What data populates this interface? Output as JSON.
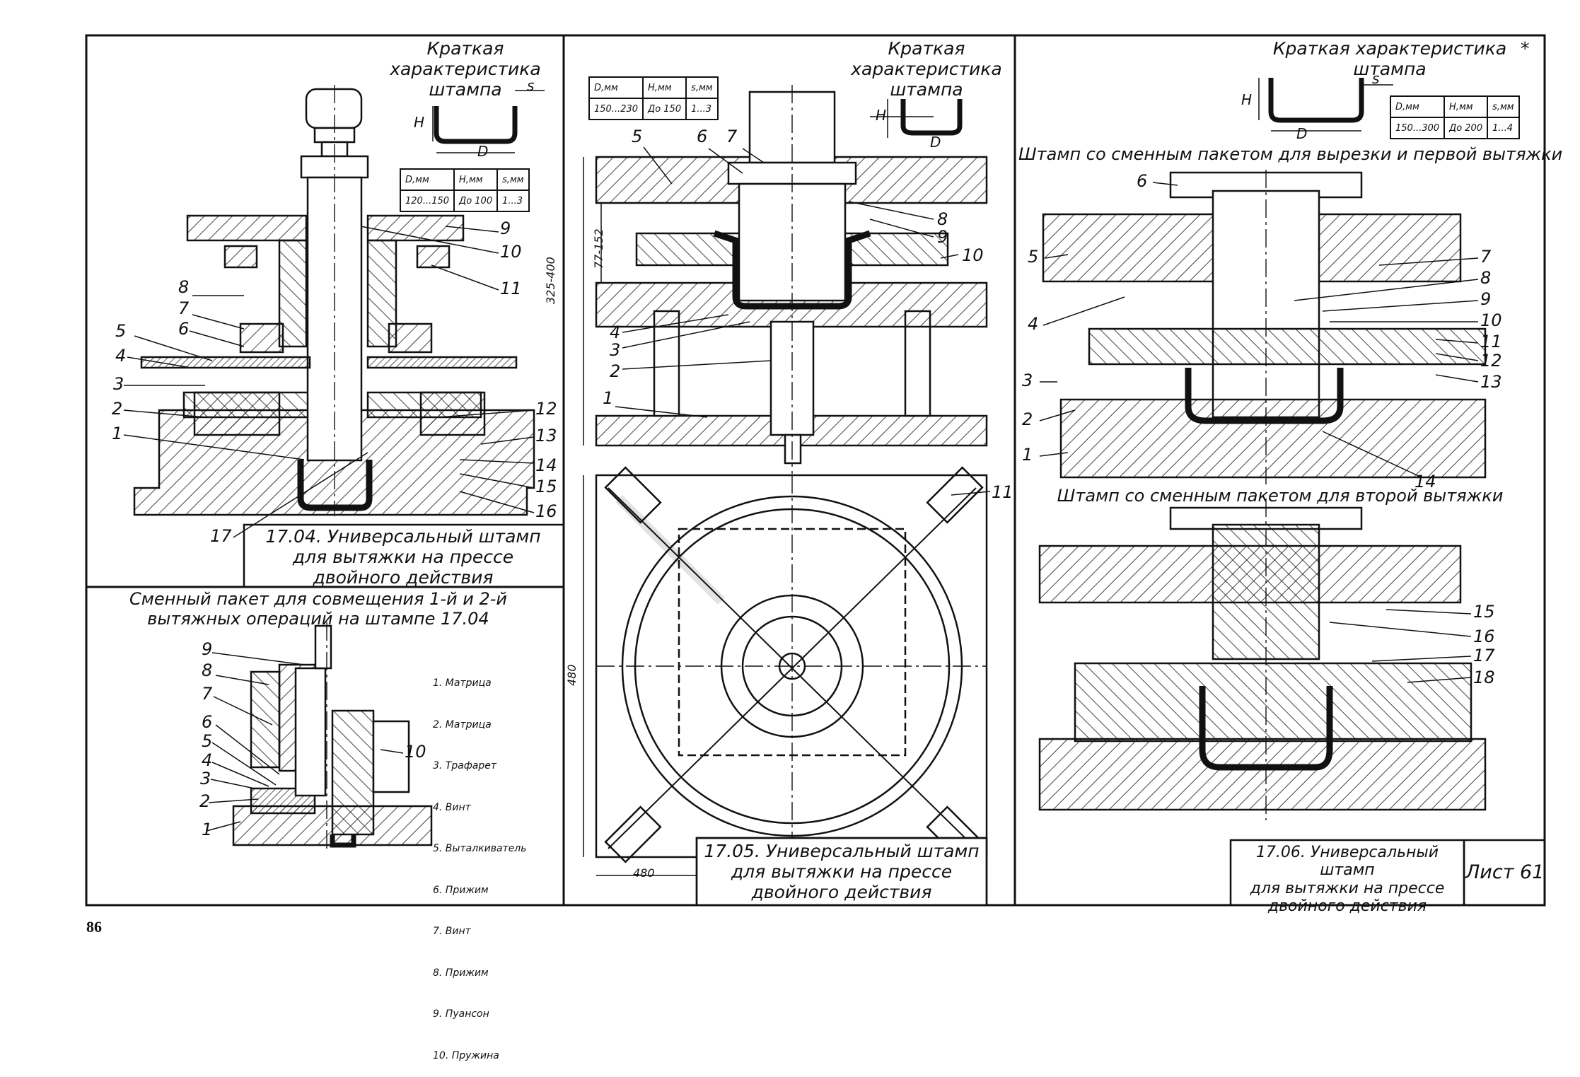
{
  "page_number": "86",
  "sheet_label": "Лист 61",
  "panel_1704": {
    "char_title": "Краткая\nхарактеристика\nштампа",
    "dims": {
      "s": "s",
      "H": "H",
      "D": "D"
    },
    "table": {
      "headers": [
        "D,мм",
        "Н,мм",
        "s,мм"
      ],
      "row": [
        "120...150",
        "До 100",
        "1...3"
      ]
    },
    "caption": "17.04. Универсальный штамп\nдля вытяжки на прессе\nдвойного действия",
    "left_callouts": [
      "8",
      "7",
      "6",
      "5",
      "4",
      "3",
      "2",
      "1"
    ],
    "right_callouts": [
      "9",
      "10",
      "11",
      "12",
      "13",
      "14",
      "15",
      "16"
    ],
    "bottom_callout": "17"
  },
  "panel_insert": {
    "title": "Сменный пакет для совмещения 1-й и 2-й\nвытяжных операций на штампе 17.04",
    "callouts": [
      "9",
      "8",
      "7",
      "6",
      "5",
      "4",
      "3",
      "2",
      "1"
    ],
    "spring_callout": "10",
    "legend": [
      "1. Матрица",
      "2. Матрица",
      "3. Трафарет",
      "4. Винт",
      "5. Выталкиватель",
      "6. Прижим",
      "7. Винт",
      "8. Прижим",
      "9. Пуансон",
      "10. Пружина"
    ]
  },
  "panel_1705": {
    "char_title": "Краткая\nхарактеристика\nштампа",
    "dims": {
      "H": "H",
      "D": "D"
    },
    "table": {
      "headers": [
        "D,мм",
        "Н,мм",
        "s,мм"
      ],
      "row": [
        "150...230",
        "До 150",
        "1...3"
      ]
    },
    "callouts_top": [
      "5",
      "6",
      "7"
    ],
    "callouts_right": [
      "8",
      "9",
      "10"
    ],
    "callouts_left": [
      "4",
      "3",
      "2",
      "1"
    ],
    "plan_callout": "11",
    "dim_height_outer": "325-400",
    "dim_height_inner": "77-152",
    "dim_480_vertical": "480",
    "dim_480_horizontal": "480",
    "caption": "17.05. Универсальный штамп\nдля вытяжки на прессе\nдвойного действия"
  },
  "panel_1706": {
    "char_title": "Краткая характеристика\nштампа",
    "asterisk": "*",
    "dims": {
      "s": "s",
      "H": "H",
      "D": "D"
    },
    "table": {
      "headers": [
        "D,мм",
        "Н,мм",
        "s,мм"
      ],
      "row": [
        "150...300",
        "До 200",
        "1...4"
      ]
    },
    "upper_title": "Штамп со сменным пакетом для вырезки и первой вытяжки",
    "lower_title": "Штамп со сменным пакетом для второй вытяжки",
    "upper_left_callouts": [
      "6",
      "5",
      "4",
      "3",
      "2",
      "1"
    ],
    "upper_right_callouts": [
      "7",
      "8",
      "9",
      "10",
      "11",
      "12",
      "13"
    ],
    "upper_bottom_callout": "14",
    "lower_right_callouts": [
      "15",
      "16",
      "17",
      "18"
    ],
    "caption": "17.06. Универсальный штамп\nдля вытяжки на прессе\nдвойного действия"
  }
}
